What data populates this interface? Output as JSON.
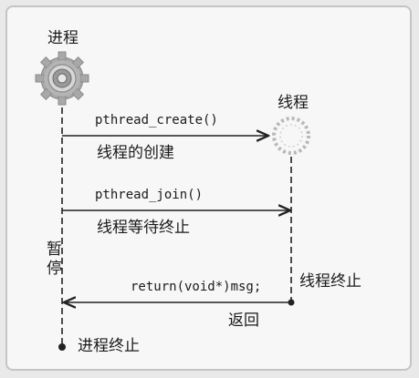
{
  "labels": {
    "process": "进程",
    "thread": "线程",
    "create_call": "pthread_create()",
    "create_desc": "线程的创建",
    "join_call": "pthread_join()",
    "join_desc": "线程等待终止",
    "pause_1": "暂",
    "pause_2": "停",
    "return_call": "return(void*)msg;",
    "thread_end": "线程终止",
    "return_desc": "返回",
    "process_end": "进程终止"
  },
  "icons": {
    "process": "gear-icon",
    "thread": "dashed-gear-icon",
    "end_dot": "end-dot-icon"
  },
  "colors": {
    "gear_outer": "#a8a8a8",
    "gear_ring": "#c8c8c8",
    "gear_center": "#6a6a6a",
    "line": "#222222",
    "thread_outline": "#b8b8b8"
  }
}
